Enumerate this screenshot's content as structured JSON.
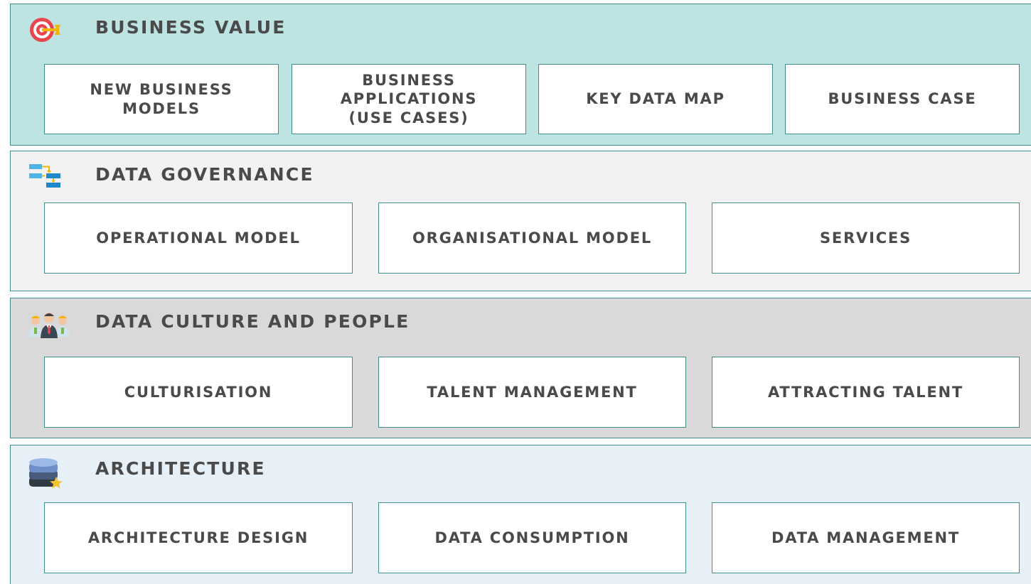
{
  "sections": [
    {
      "title": "BUSINESS VALUE",
      "icon": "target-icon",
      "background": "#bde3e2",
      "cards": [
        "NEW BUSINESS\nMODELS",
        "BUSINESS\nAPPLICATIONS\n(USE CASES)",
        "KEY DATA MAP",
        "BUSINESS CASE"
      ]
    },
    {
      "title": "DATA GOVERNANCE",
      "icon": "flowchart-icon",
      "background": "#f2f2f2",
      "cards": [
        "OPERATIONAL MODEL",
        "ORGANISATIONAL MODEL",
        "SERVICES"
      ]
    },
    {
      "title": "DATA CULTURE AND PEOPLE",
      "icon": "people-icon",
      "background": "#d9d9d9",
      "cards": [
        "CULTURISATION",
        "TALENT MANAGEMENT",
        "ATTRACTING TALENT"
      ]
    },
    {
      "title": "ARCHITECTURE",
      "icon": "database-star-icon",
      "background": "#e7eff7",
      "cards": [
        "ARCHITECTURE DESIGN",
        "DATA CONSUMPTION",
        "DATA MANAGEMENT"
      ]
    }
  ],
  "colors": {
    "border": "#3f8f8a",
    "text": "#4a4a4a"
  }
}
